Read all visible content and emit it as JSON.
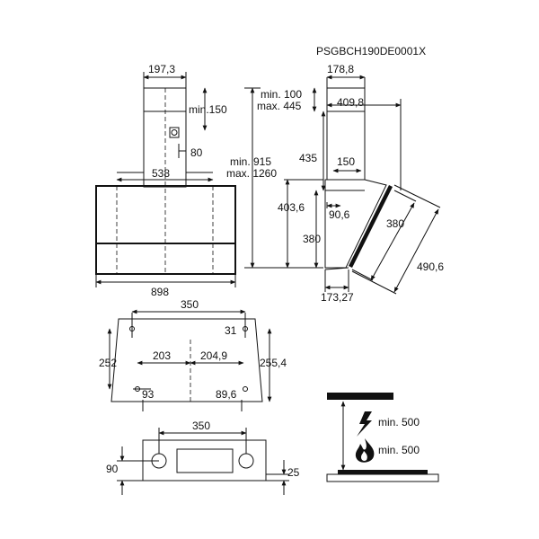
{
  "model_code": "PSGBCH190DE0001X",
  "front_view": {
    "chimney_width": "197,3",
    "min_gap": "min.150",
    "outlet_offset": "80",
    "chimney_base": "538",
    "hood_width": "898",
    "min_label": "min. 915",
    "max_label": "max. 1260"
  },
  "side_view": {
    "chimney_depth": "178,8",
    "min_top": "min. 100",
    "max_top": "max. 445",
    "depth_total": "409,8",
    "chimney_height": "435",
    "outlet_depth": "150",
    "glass_height": "403,6",
    "small_depth": "90,6",
    "body_height": "380",
    "glass_short": "380",
    "glass_long": "490,6",
    "bottom_depth": "173,27"
  },
  "bracket_view": {
    "top_spacing": "350",
    "right_offset": "31",
    "left_height": "252",
    "right_height": "255,4",
    "left_half": "203",
    "right_half": "204,9",
    "bottom_left": "93",
    "bottom_right": "89,6"
  },
  "mount_view": {
    "hole_spacing": "350",
    "left_height": "90",
    "right_height": "25"
  },
  "clearance": {
    "electric_label": "min. 500",
    "gas_label": "min. 500"
  }
}
